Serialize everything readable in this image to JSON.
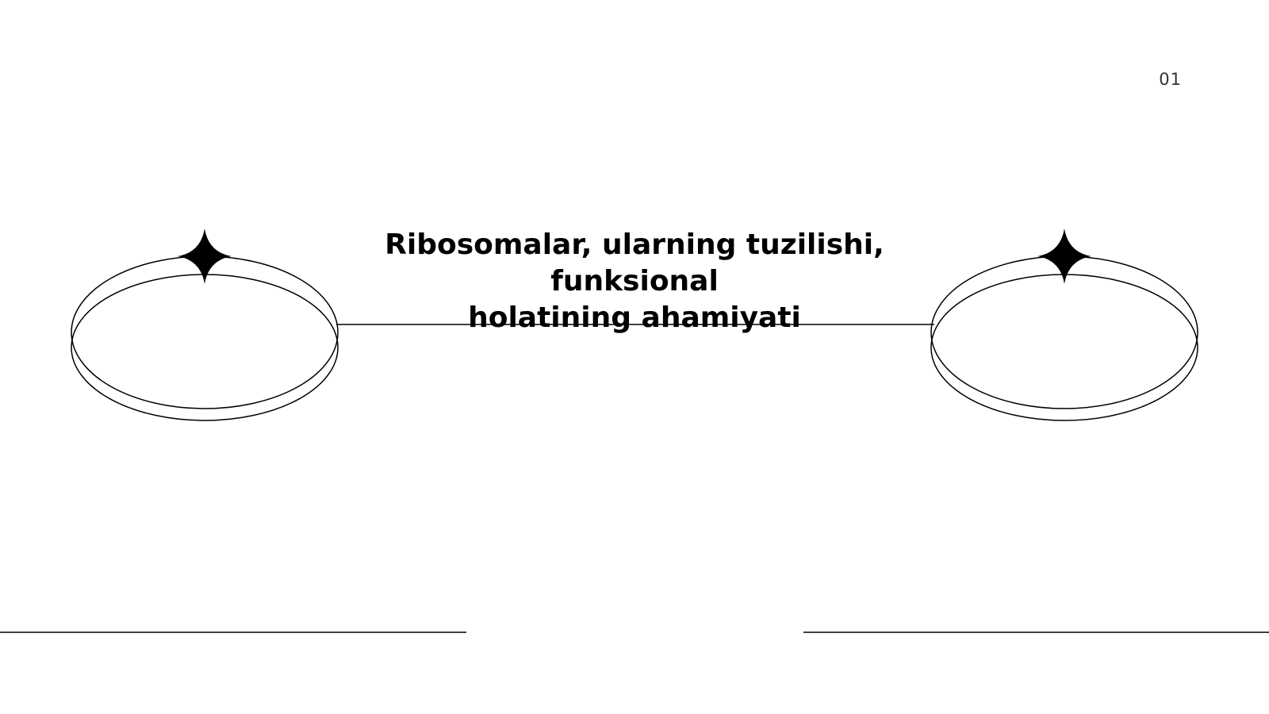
{
  "slide": {
    "number": "01",
    "title_line_1": "Ribosomalar, ularning tuzilishi, funksional",
    "title_line_2": "holatining ahamiyati"
  },
  "colors": {
    "background": "#ffffff",
    "ink": "#000000",
    "muted_text": "#333333"
  },
  "icons": {
    "left_ornament": "ring-with-sparkle-star-icon",
    "right_ornament": "ring-with-sparkle-star-icon"
  }
}
